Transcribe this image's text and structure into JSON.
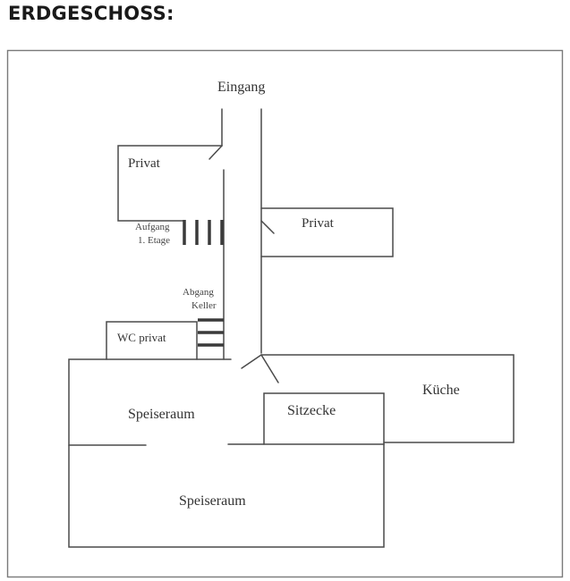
{
  "heading": "ERDGESCHOSS:",
  "colors": {
    "line": "#4a4a4a",
    "frame": "#7a7a7a",
    "text": "#333333",
    "stairs": "#3a3a3a"
  },
  "labels": {
    "eingang": "Eingang",
    "privat_left": "Privat",
    "privat_right": "Privat",
    "aufgang_1": "Aufgang",
    "aufgang_2": "1. Etage",
    "abgang_1": "Abgang",
    "abgang_2": "Keller",
    "wc": "WC privat",
    "kueche": "Küche",
    "speiseraum_top": "Speiseraum",
    "sitzecke": "Sitzecke",
    "speiseraum_bottom": "Speiseraum"
  }
}
